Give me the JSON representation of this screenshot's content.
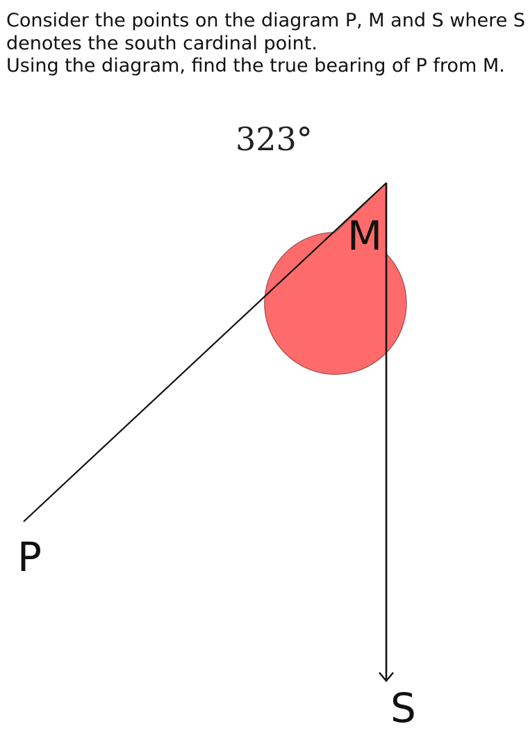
{
  "question": {
    "line1": "Consider the points on the diagram P, M and S where S denotes the south cardinal point.",
    "line2": "Using the diagram, find the true bearing of P from M."
  },
  "diagram": {
    "angle_label": "323°",
    "angle_degrees": 323,
    "point_m_label": "M",
    "point_p_label": "P",
    "point_s_label": "S",
    "angle_fill_color": "#ff6b6b",
    "angle_outline_color": "#a9595b",
    "line_color": "#111111"
  }
}
